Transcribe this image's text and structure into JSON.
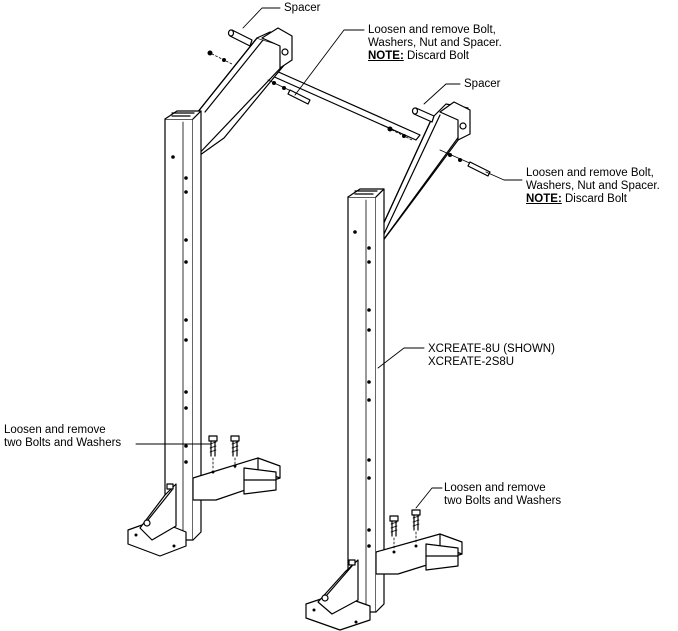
{
  "colors": {
    "ink": "#000000",
    "paper": "#ffffff"
  },
  "callouts": {
    "spacer_top": "Spacer",
    "spacer_right": "Spacer",
    "bolt_top": {
      "line1": "Loosen and remove Bolt,",
      "line2": "Washers, Nut and Spacer.",
      "note_key": "NOTE:",
      "note_text": " Discard Bolt"
    },
    "bolt_right": {
      "line1": "Loosen and remove Bolt,",
      "line2": "Washers, Nut and Spacer.",
      "note_key": "NOTE:",
      "note_text": " Discard Bolt"
    },
    "model": {
      "line1": "XCREATE-8U (SHOWN)",
      "line2": "XCREATE-2S8U"
    },
    "base_left": {
      "line1": "Loosen and remove",
      "line2": "two Bolts and Washers"
    },
    "base_right": {
      "line1": "Loosen and remove",
      "line2": "two Bolts and Washers"
    }
  }
}
